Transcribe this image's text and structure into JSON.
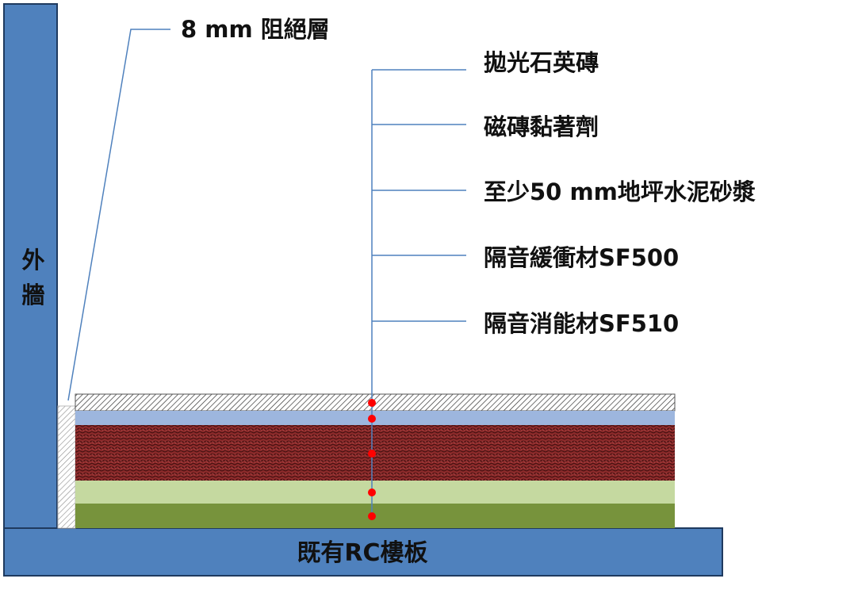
{
  "wall": {
    "label_lines": [
      "外",
      "牆"
    ],
    "color": "#4f81bd",
    "border": "#1f3a5f"
  },
  "slab": {
    "label": "既有RC樓板",
    "color": "#4f81bd",
    "border": "#1f3a5f"
  },
  "isolation": {
    "label": "8 mm 阻絕層"
  },
  "layers": [
    {
      "label": "拋光石英磚",
      "pattern": "diagonal-hatch",
      "color": "#ffffff"
    },
    {
      "label": "磁磚黏著劑",
      "pattern": "solid",
      "color": "#9db6de"
    },
    {
      "label": "至少50 mm地坪水泥砂漿",
      "pattern": "weave",
      "color": "#8b2a2a"
    },
    {
      "label": "隔音緩衝材SF500",
      "pattern": "solid",
      "color": "#c5d9a0"
    },
    {
      "label": "隔音消能材SF510",
      "pattern": "solid",
      "color": "#77933c"
    }
  ],
  "colors": {
    "leader": "#4f81bd",
    "marker": "#ff0000"
  }
}
